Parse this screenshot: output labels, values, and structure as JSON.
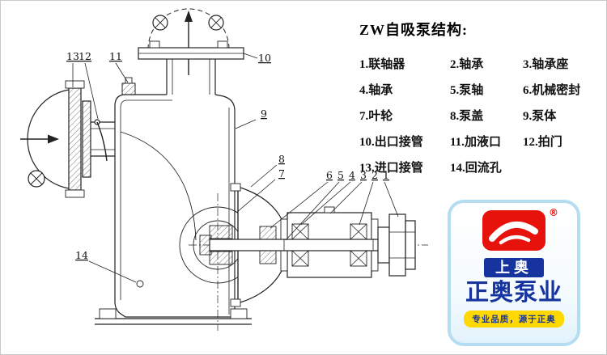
{
  "legend": {
    "title": "ZW自吸泵结构:",
    "items": [
      {
        "num": "1.",
        "label": "联轴器"
      },
      {
        "num": "2.",
        "label": "轴承"
      },
      {
        "num": "3.",
        "label": "轴承座"
      },
      {
        "num": "4.",
        "label": "轴承"
      },
      {
        "num": "5.",
        "label": "泵轴"
      },
      {
        "num": "6.",
        "label": "机械密封"
      },
      {
        "num": "7.",
        "label": "叶轮"
      },
      {
        "num": "8.",
        "label": "泵盖"
      },
      {
        "num": "9.",
        "label": "泵体"
      },
      {
        "num": "10.",
        "label": "出口接管"
      },
      {
        "num": "11.",
        "label": "加液口"
      },
      {
        "num": "12.",
        "label": "拍门"
      },
      {
        "num": "13.",
        "label": "进口接管"
      },
      {
        "num": "14.",
        "label": "回流孔"
      }
    ]
  },
  "drawing": {
    "callouts": [
      "1",
      "2",
      "3",
      "4",
      "5",
      "6",
      "7",
      "8",
      "9",
      "10",
      "11",
      "12",
      "13",
      "14"
    ]
  },
  "logo": {
    "registered_mark": "®",
    "brand_top": "上奥",
    "brand_main": "正奥泵业",
    "tagline": "专业品质，源于正奥",
    "colors": {
      "blue": "#16339e",
      "red": "#e8120c",
      "yellow": "#ffd800",
      "border": "#b5ddf2"
    }
  }
}
